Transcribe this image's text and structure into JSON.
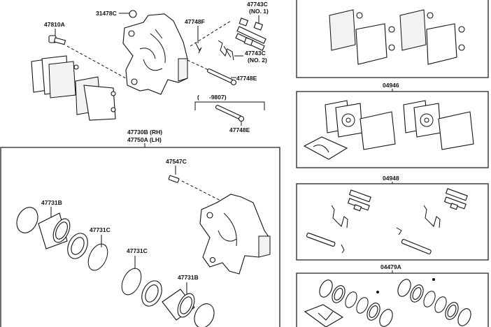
{
  "diagram": {
    "title": "Rear disc brake caliper – exploded parts view",
    "labels": {
      "bleeder_cap": "31478C",
      "bolt_top": "47810A",
      "clip_f": "47748F",
      "anti_squeal_no1": "47743C",
      "anti_squeal_no1_sub": "(NO. 1)",
      "anti_squeal_no2": "47743C",
      "anti_squeal_no2_sub": "(NO. 2)",
      "pin_upper": "47748E",
      "range_note": "(      -9807)",
      "pin_lower": "47748E",
      "caliper_rh": "47730B (RH)",
      "caliper_lh": "47750A (LH)",
      "bleeder_plug": "47547C",
      "piston_left": "47731B",
      "ring_left": "47731C",
      "ring_right": "47731C",
      "piston_right": "47731B"
    },
    "kits": [
      {
        "code": "",
        "name": "pad-kit"
      },
      {
        "code": "04946",
        "name": "shim-kit"
      },
      {
        "code": "04948",
        "name": "fitting-kit"
      },
      {
        "code": "04479A",
        "name": "cylinder-kit"
      }
    ]
  }
}
